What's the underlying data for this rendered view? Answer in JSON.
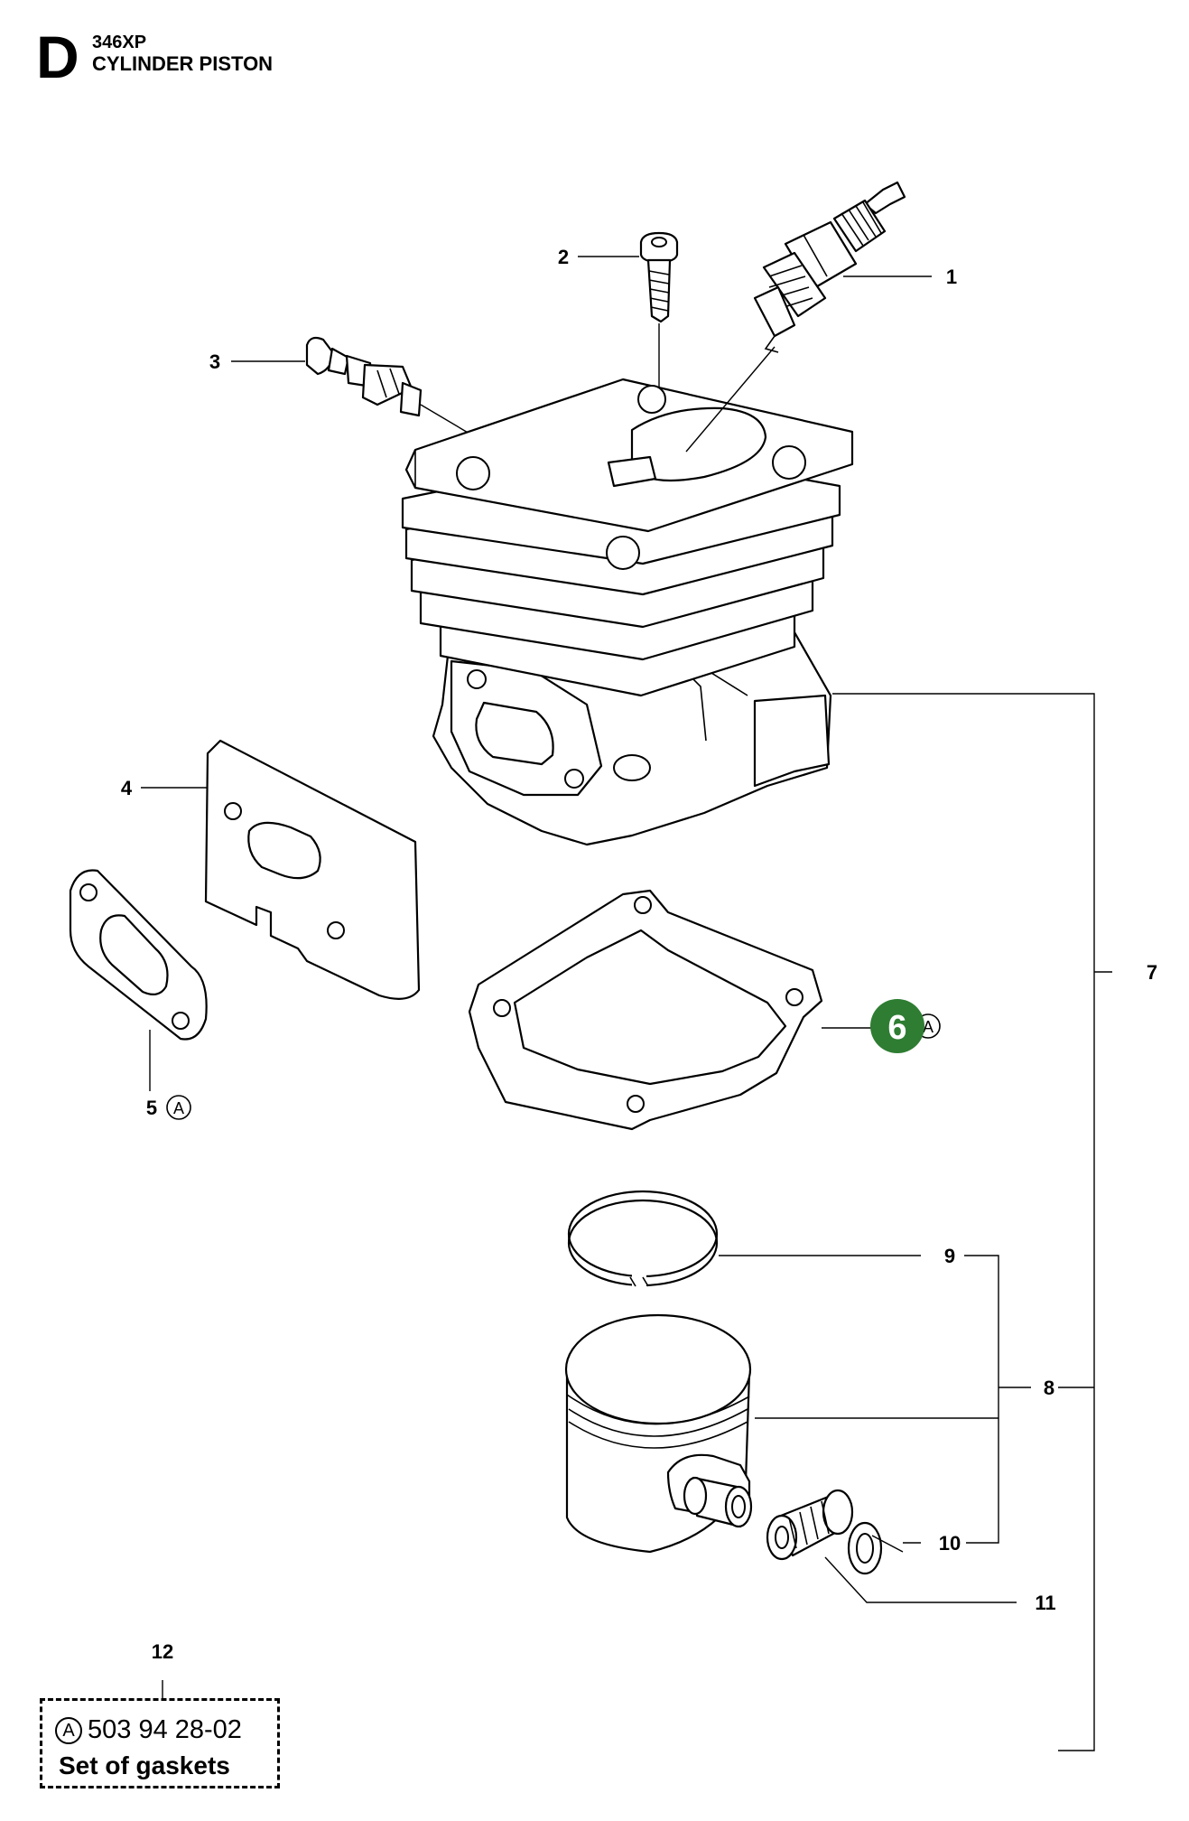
{
  "header": {
    "section_letter": "D",
    "model": "346XP",
    "title": "CYLINDER PISTON"
  },
  "callouts": {
    "c1": "1",
    "c2": "2",
    "c3": "3",
    "c4": "4",
    "c5": "5",
    "c6": "6",
    "c7": "7",
    "c8": "8",
    "c9": "9",
    "c10": "10",
    "c11": "11",
    "c12": "12"
  },
  "marker_symbol": "A",
  "highlight": {
    "label": "6",
    "color": "#2e7d32"
  },
  "kit": {
    "marker": "A",
    "part_number": "503 94 28-02",
    "description": "Set of gaskets"
  }
}
